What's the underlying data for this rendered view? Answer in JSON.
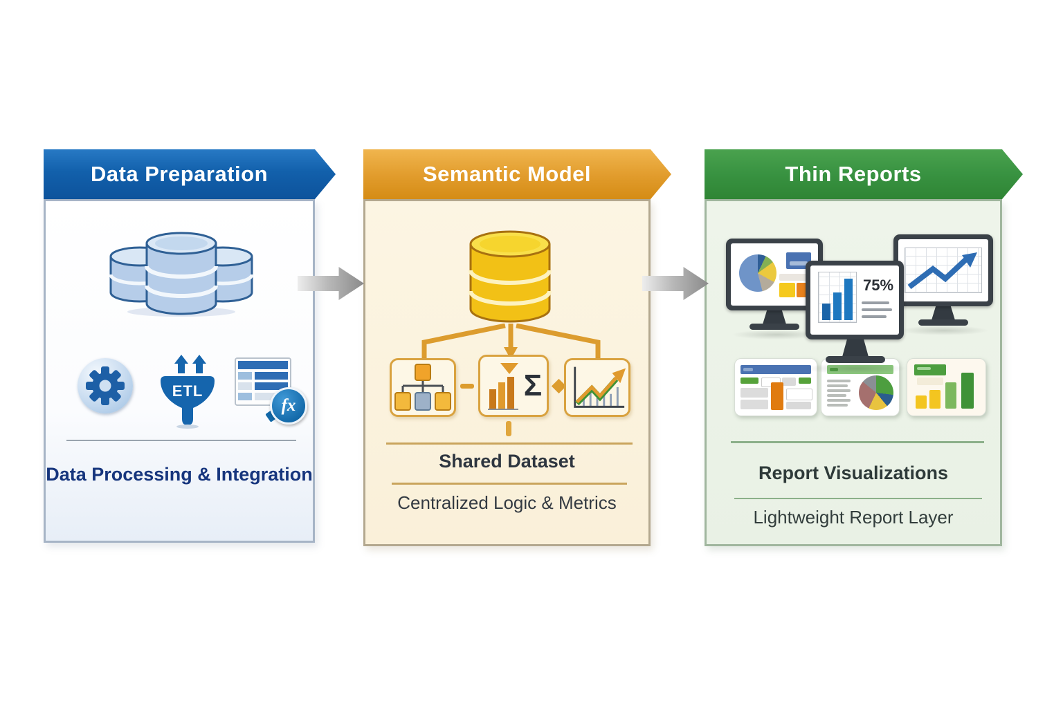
{
  "diagram": {
    "title_flow": "Data Preparation → Semantic Model → Thin Reports",
    "connector_color": "#8a8a8a",
    "stages": [
      {
        "title": "Data Preparation",
        "caption": "Data Processing & Integration",
        "etl_label": "ETL",
        "fx_label": "fx",
        "accent_color": "#1260ab",
        "icons": [
          "database-stack-icon",
          "gear-icon",
          "etl-funnel-icon",
          "spreadsheet-fx-icon"
        ]
      },
      {
        "title": "Semantic Model",
        "caption_title": "Shared Dataset",
        "caption_subtitle": "Centralized Logic & Metrics",
        "sigma_label": "Σ",
        "accent_color": "#e29d2e",
        "icons": [
          "gold-database-icon",
          "hierarchy-icon",
          "aggregation-sigma-icon",
          "trend-chart-icon"
        ]
      },
      {
        "title": "Thin Reports",
        "stat_label": "75%",
        "caption_title": "Report Visualizations",
        "caption_subtitle": "Lightweight Report Layer",
        "accent_color": "#389241",
        "icons": [
          "monitor-pie-icon",
          "monitor-bar-icon",
          "monitor-trend-icon",
          "report-dashboard-thumb",
          "report-pie-thumb",
          "report-bars-thumb"
        ]
      }
    ]
  }
}
